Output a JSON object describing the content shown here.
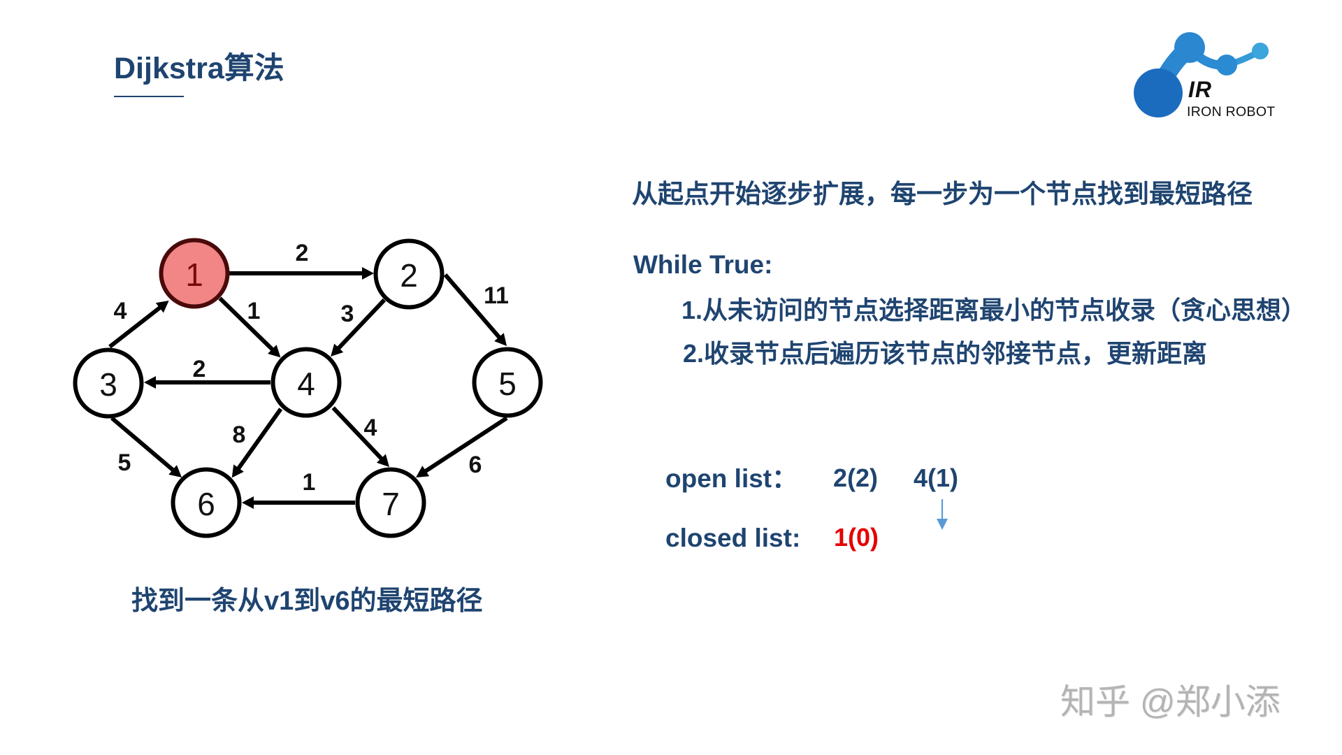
{
  "slide": {
    "title": "Dijkstra算法",
    "logo": {
      "mark": "IR",
      "name": "IRON ROBOT"
    },
    "watermark": "知乎 @郑小添"
  },
  "graph": {
    "nodes": [
      {
        "id": "1",
        "label": "1",
        "state": "start"
      },
      {
        "id": "2",
        "label": "2",
        "state": "unvisited"
      },
      {
        "id": "3",
        "label": "3",
        "state": "unvisited"
      },
      {
        "id": "4",
        "label": "4",
        "state": "unvisited"
      },
      {
        "id": "5",
        "label": "5",
        "state": "unvisited"
      },
      {
        "id": "6",
        "label": "6",
        "state": "unvisited"
      },
      {
        "id": "7",
        "label": "7",
        "state": "unvisited"
      }
    ],
    "edges": [
      {
        "from": "1",
        "to": "2",
        "weight": "2"
      },
      {
        "from": "3",
        "to": "1",
        "weight": "4"
      },
      {
        "from": "1",
        "to": "4",
        "weight": "1"
      },
      {
        "from": "2",
        "to": "4",
        "weight": "3"
      },
      {
        "from": "2",
        "to": "5",
        "weight": "11"
      },
      {
        "from": "4",
        "to": "3",
        "weight": "2"
      },
      {
        "from": "3",
        "to": "6",
        "weight": "5"
      },
      {
        "from": "4",
        "to": "6",
        "weight": "8"
      },
      {
        "from": "4",
        "to": "7",
        "weight": "4"
      },
      {
        "from": "5",
        "to": "7",
        "weight": "6"
      },
      {
        "from": "7",
        "to": "6",
        "weight": "1"
      }
    ],
    "caption": "找到一条从v1到v6的最短路径"
  },
  "algorithm": {
    "description": "从起点开始逐步扩展，每一步为一个节点找到最短路径",
    "loop_header": "While True:",
    "steps": [
      "1.从未访问的节点选择距离最小的节点收录（贪心思想）",
      "2.收录节点后遍历该节点的邻接节点，更新距离"
    ]
  },
  "lists": {
    "open": {
      "label": "open list：",
      "items": [
        "2(2)",
        "4(1)"
      ]
    },
    "closed": {
      "label": "closed list:",
      "items": [
        "1(0)"
      ]
    },
    "transition_arrow": "arrow-down-icon"
  },
  "colors": {
    "text_primary": "#1f4470",
    "start_node_fill": "#f28585",
    "start_node_stroke": "#4a0a0a",
    "closed_item": "#e50000",
    "transition_arrow": "#5b9bd5",
    "logo_primary": "#1b6cbf",
    "logo_secondary": "#2a8bd2",
    "logo_accent": "#3ba5dc",
    "watermark": "#b4b4b4"
  }
}
